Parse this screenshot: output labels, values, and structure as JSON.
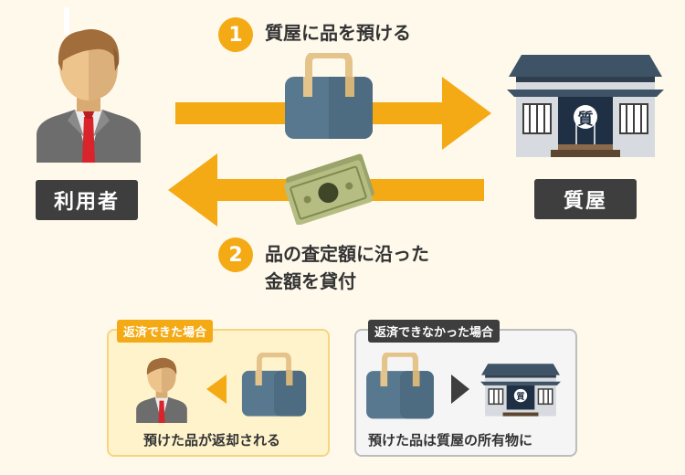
{
  "left_actor": {
    "label": "利用者"
  },
  "right_actor": {
    "label": "質屋",
    "sign_char": "質"
  },
  "steps": [
    {
      "number": "1",
      "line1": "質屋に品を預ける"
    },
    {
      "number": "2",
      "line1": "品の査定額に沿った",
      "line2": "金額を貸付"
    }
  ],
  "panels": {
    "repaid": {
      "tag": "返済できた場合",
      "caption": "預けた品が返却される"
    },
    "not_repaid": {
      "tag": "返済できなかった場合",
      "caption": "預けた品は質屋の所有物に"
    }
  },
  "colors": {
    "accent": "#f4aa14",
    "dark": "#3e3e3e",
    "bag": "#58788f",
    "background": "#fff9ec"
  }
}
